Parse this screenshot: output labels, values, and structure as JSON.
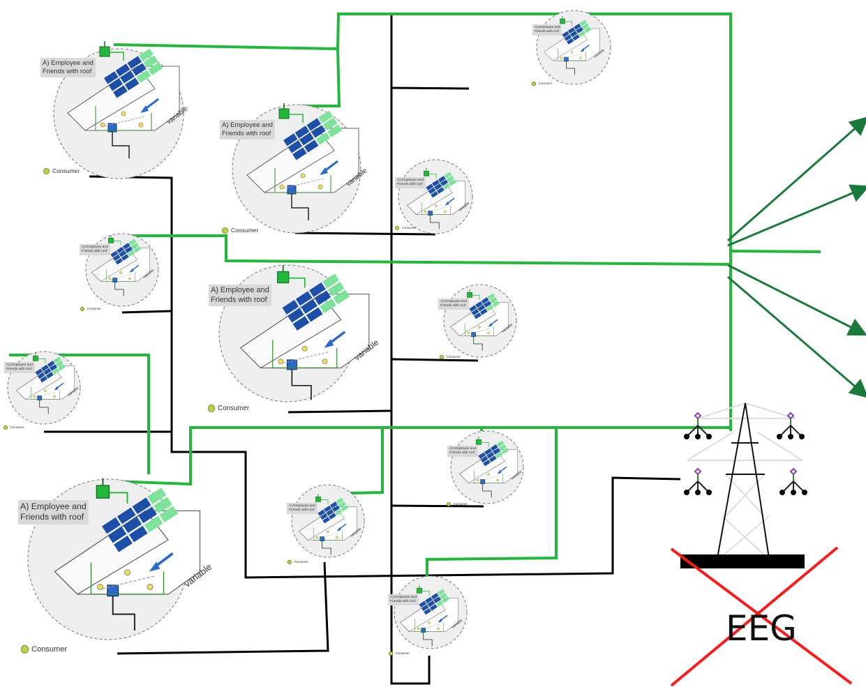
{
  "house_label": "A) Employee and\nFriends with roof",
  "consumer_label": "Consumer",
  "variable_label": "variable",
  "grid_label": "EEG",
  "colors": {
    "green_line": "#22b83a",
    "arrow": "#1a7a3c",
    "black_line": "#000000",
    "cross": "#ff1a1a",
    "tower": "#111111",
    "insulator": "#8a3fb5"
  }
}
